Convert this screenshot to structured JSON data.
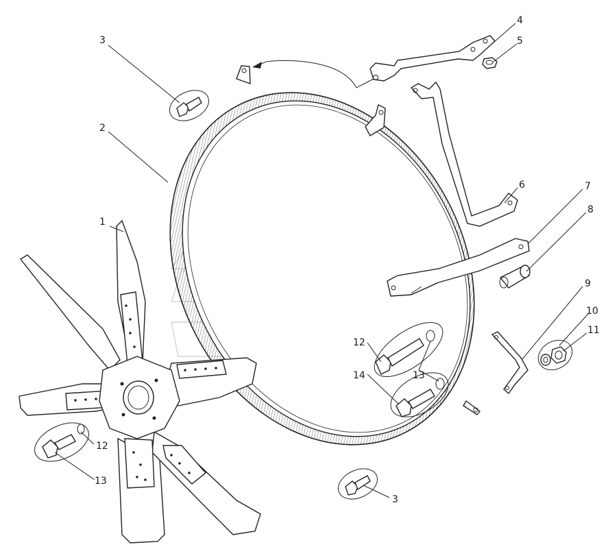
{
  "diagram": {
    "callouts": [
      "1",
      "2",
      "3",
      "4",
      "5",
      "6",
      "7",
      "8",
      "9",
      "10",
      "11",
      "12",
      "13",
      "14",
      "12",
      "13",
      "3"
    ]
  }
}
